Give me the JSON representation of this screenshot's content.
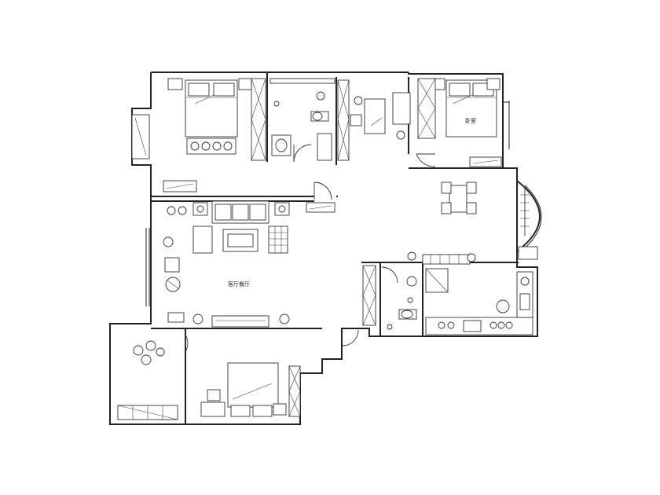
{
  "floorplan": {
    "rooms": [
      {
        "id": "living-room",
        "label": "客厅餐厅"
      },
      {
        "id": "bedroom-right",
        "label": "卧室"
      }
    ]
  },
  "colors": {
    "line": "#222222",
    "background": "#ffffff"
  }
}
